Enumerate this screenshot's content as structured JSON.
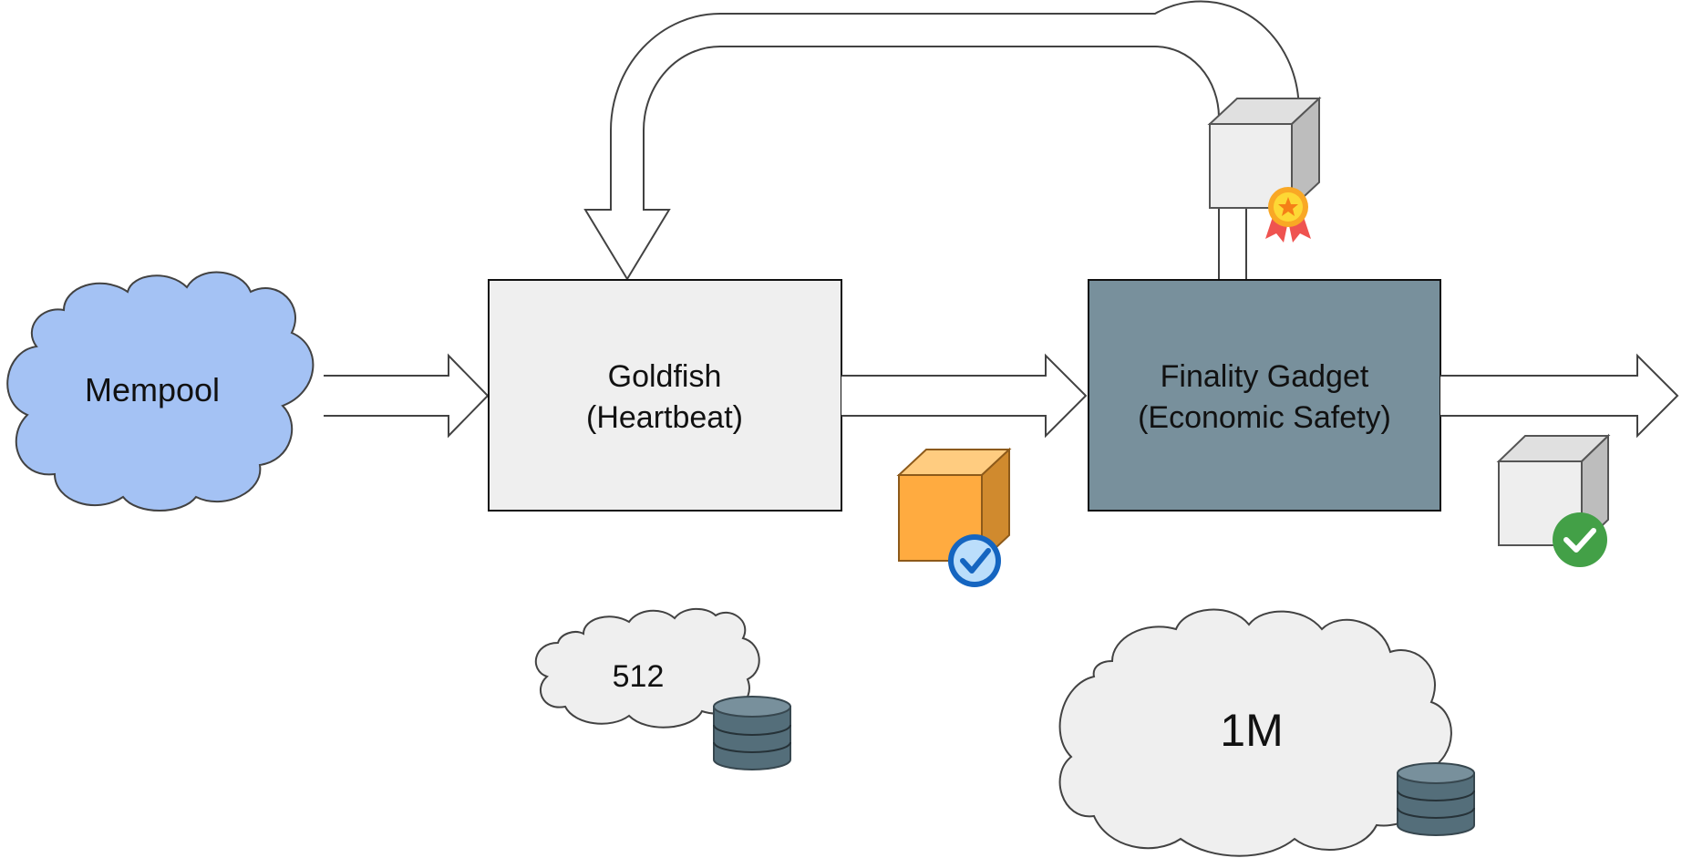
{
  "nodes": {
    "mempool": {
      "label": "Mempool"
    },
    "goldfish": {
      "line1": "Goldfish",
      "line2": "(Heartbeat)"
    },
    "finality": {
      "line1": "Finality Gadget",
      "line2": "(Economic Safety)"
    }
  },
  "storage": {
    "goldfish_capacity": "512",
    "finality_capacity": "1M"
  },
  "icons": {
    "loop_block": "block-with-award-ribbon-icon",
    "goldfish_output_block": "orange-block-with-check-icon",
    "final_block": "gray-block-with-green-check-icon",
    "database": "database-icon"
  },
  "colors": {
    "mempool_fill": "#a4c2f4",
    "goldfish_fill": "#efefef",
    "finality_fill": "#78909c",
    "cloud_gray": "#efefef",
    "orange_block": "#ffab40",
    "blue_check": "#1565c0",
    "green_check": "#43a047",
    "db_body": "#546e7a"
  }
}
